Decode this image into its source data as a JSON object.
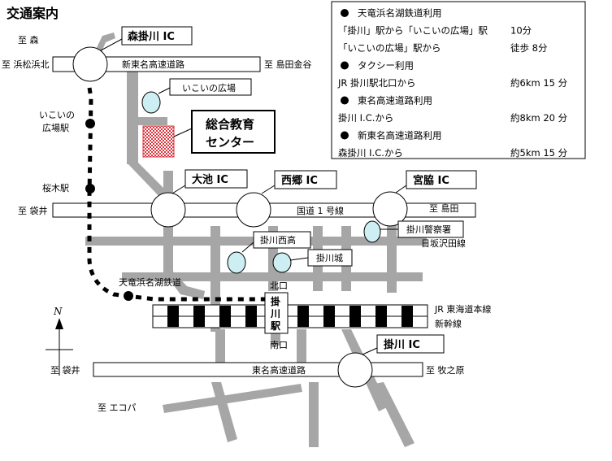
{
  "title": "交通案内",
  "access_box": {
    "rows": [
      {
        "bullet": true,
        "label": "天竜浜名湖鉄道利用",
        "value": ""
      },
      {
        "bullet": false,
        "label": "「掛川」駅から「いこいの広場」駅",
        "value": "10分"
      },
      {
        "bullet": false,
        "label": "「いこいの広場」駅から",
        "value": "徒歩 8分"
      },
      {
        "bullet": true,
        "label": "タクシー利用",
        "value": ""
      },
      {
        "bullet": false,
        "label": "JR 掛川駅北口から",
        "value": "約6km 15 分"
      },
      {
        "bullet": true,
        "label": "東名高速道路利用",
        "value": ""
      },
      {
        "bullet": false,
        "label": "掛川 I.C.から",
        "value": "約8km 20 分"
      },
      {
        "bullet": true,
        "label": "新東名高速道路利用",
        "value": ""
      },
      {
        "bullet": false,
        "label": "森掛川 I.C.から",
        "value": "約5km 15 分"
      }
    ]
  },
  "destinations": {
    "mori": "至 森",
    "hamamatsu_kita": "至 浜松浜北",
    "shimada_kanaya": "至 島田金谷",
    "fukuroi_1": "至 袋井",
    "shimada": "至 島田",
    "fukuroi_2": "至 袋井",
    "makinohara": "至 牧之原",
    "ecopa": "至 エコパ"
  },
  "roads": {
    "shin_tomei": "新東名高速道路",
    "route1": "国道 1 号線",
    "hisaka": "日坂沢田線",
    "tomei": "東名高速道路",
    "jr_tokaido": "JR 東海道本線",
    "shinkansen": "新幹線",
    "tenhama": "天竜浜名湖鉄道"
  },
  "interchanges": {
    "mori_kakegawa": "森掛川 IC",
    "oike": "大池 IC",
    "saigo": "西郷 IC",
    "miyawaki": "宮脇 IC",
    "kakegawa": "掛川 IC"
  },
  "places": {
    "ikoi_hiroba": "いこいの広場",
    "center_line1": "総合教育",
    "center_line2": "センター",
    "kakegawa_nishi": "掛川西高",
    "kakegawa_jo": "掛川城",
    "police": "掛川警察署",
    "kitaguchi": "北口",
    "minamiguchi": "南口",
    "station_1": "掛",
    "station_2": "川",
    "station_3": "駅"
  },
  "stations": {
    "ikoi_line1": "いこいの",
    "ikoi_line2": "広場駅",
    "sakuragi": "桜木駅"
  },
  "compass": "N",
  "colors": {
    "road": "#a6a6a6",
    "poi": "#cdeef2",
    "center": "#d9363e"
  }
}
